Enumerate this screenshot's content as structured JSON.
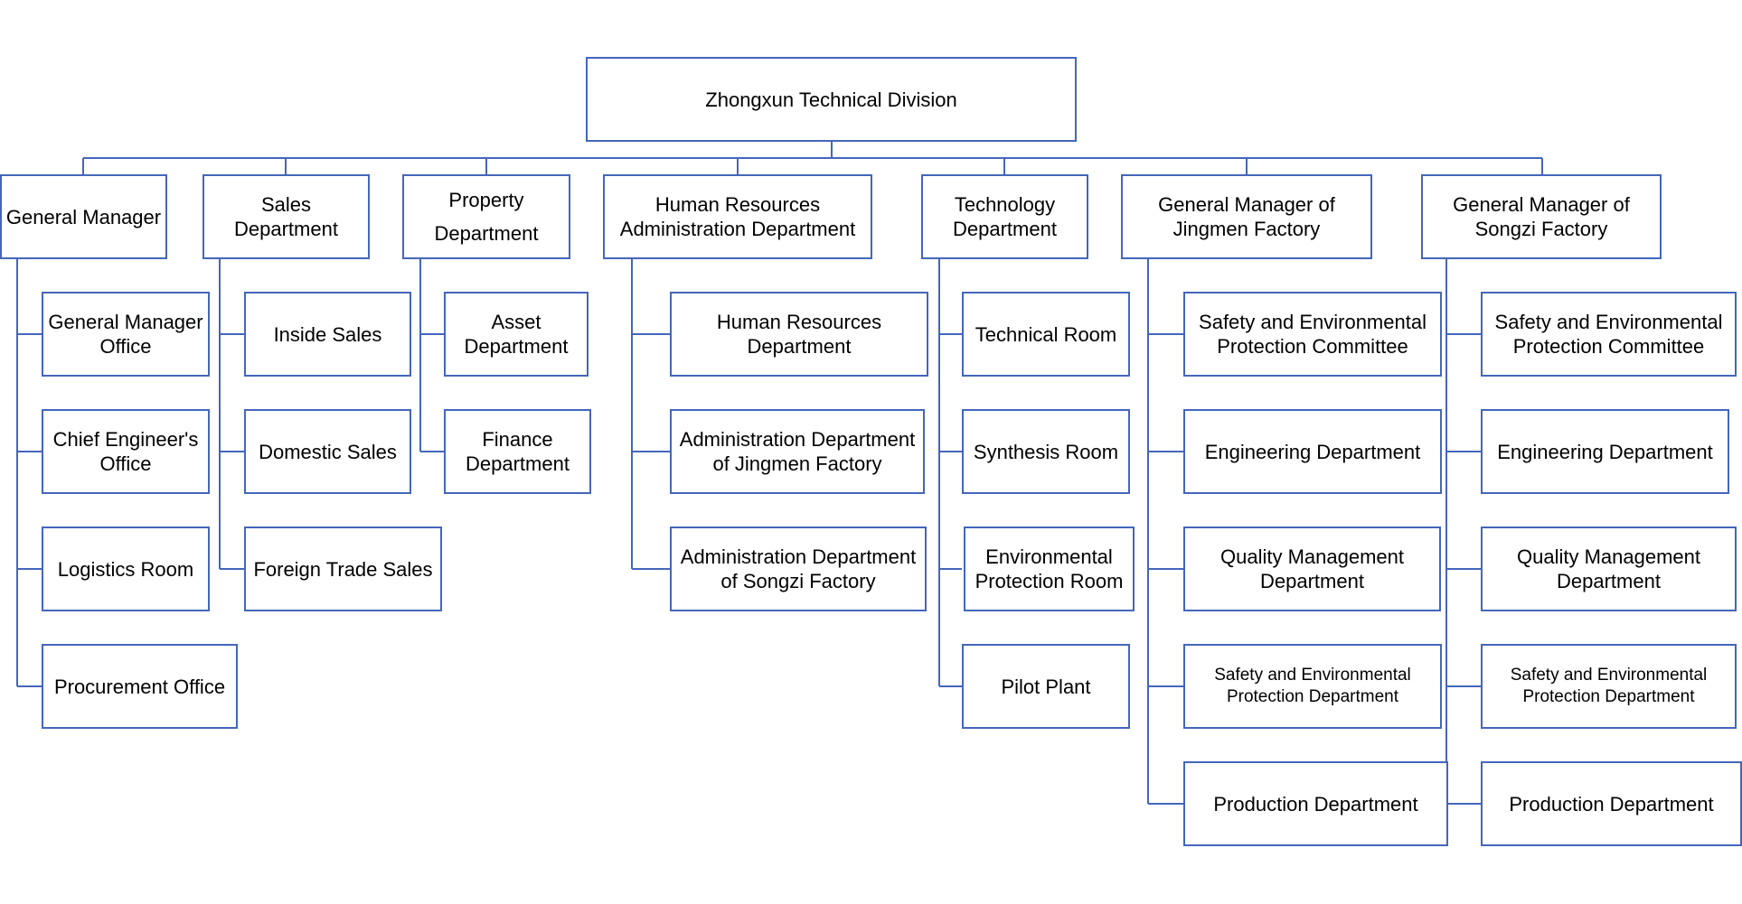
{
  "colors": {
    "line": "#4466bb",
    "box_border": "#4466bb",
    "text": "#000000",
    "background": "#ffffff"
  },
  "root": {
    "label": "Zhongxun Technical Division"
  },
  "departments": [
    {
      "label": "General Manager",
      "children": [
        "General Manager\nOffice",
        "Chief Engineer's\nOffice",
        "Logistics Room",
        "Procurement Office"
      ]
    },
    {
      "label": "Sales\nDepartment",
      "children": [
        "Inside Sales",
        "Domestic Sales",
        "Foreign Trade Sales"
      ]
    },
    {
      "label": "Property\nDepartment",
      "children": [
        "Asset\nDepartment",
        "Finance\nDepartment"
      ]
    },
    {
      "label": "Human Resources\nAdministration Department",
      "children": [
        "Human Resources\nDepartment",
        "Administration Department\nof Jingmen Factory",
        "Administration Department\nof Songzi Factory"
      ]
    },
    {
      "label": "Technology\nDepartment",
      "children": [
        "Technical Room",
        "Synthesis Room",
        "Environmental\nProtection Room",
        "Pilot Plant"
      ]
    },
    {
      "label": "General Manager of\nJingmen Factory",
      "children": [
        "Safety and Environmental\nProtection Committee",
        "Engineering Department",
        "Quality Management\nDepartment",
        "Safety and Environmental\nProtection Department",
        "Production Department"
      ]
    },
    {
      "label": "General Manager of\nSongzi Factory",
      "children": [
        "Safety and Environmental\nProtection Committee",
        "Engineering Department",
        "Quality Management\nDepartment",
        "Safety and Environmental\nProtection Department",
        "Production Department"
      ]
    }
  ]
}
